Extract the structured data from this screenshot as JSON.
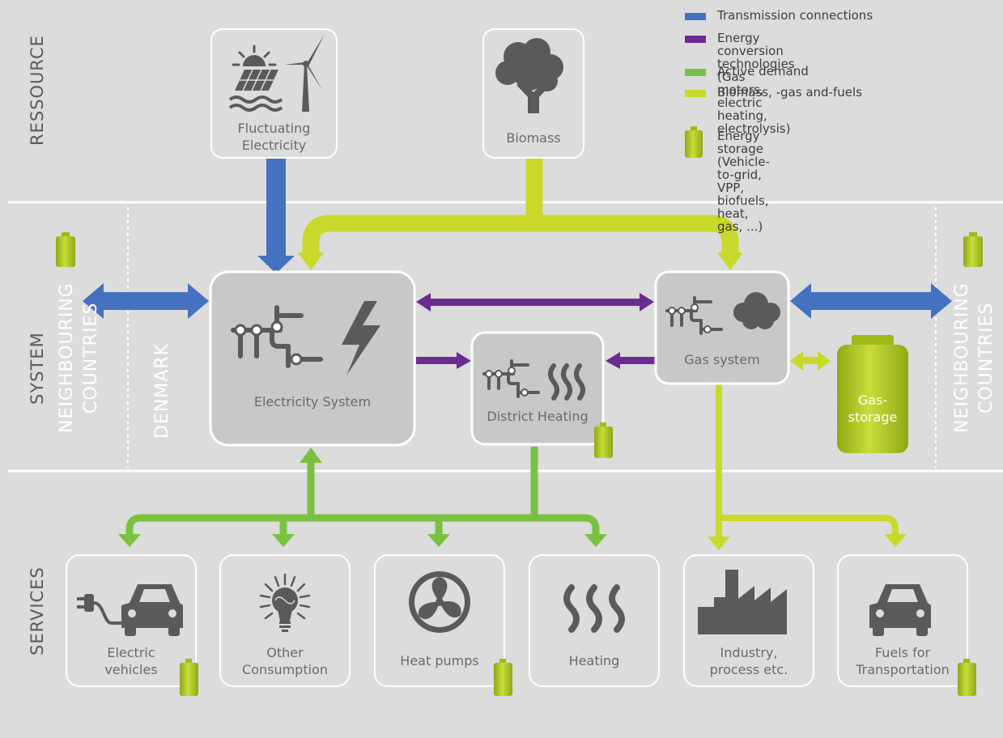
{
  "bands": {
    "resource": "RESSOURCE",
    "system": "SYSTEM",
    "services": "SERVICES"
  },
  "sides": {
    "left_neighbours": "NEIGHBOURING\nCOUNTRIES",
    "denmark": "DENMARK",
    "right_neighbours": "NEIGHBOURING\nCOUNTRIES"
  },
  "nodes": {
    "fluctuating": "Fluctuating\nElectricity",
    "biomass": "Biomass",
    "electricity_system": "Electricity System",
    "district_heating": "District Heating",
    "gas_system": "Gas system",
    "gas_storage": "Gas-\nstorage",
    "ev": "Electric\nvehicles",
    "other": "Other\nConsumption",
    "heat_pumps": "Heat pumps",
    "heating": "Heating",
    "industry": "Industry,\nprocess etc.",
    "fuels": "Fuels for\nTransportation"
  },
  "legend": [
    {
      "label": "Transmission connections",
      "color": "#4472c0"
    },
    {
      "label": "Energy conversion technologies\n(Gas motors, electric heating, electrolysis)",
      "color": "#6a2c91"
    },
    {
      "label": "Active demand",
      "color": "#7ac142"
    },
    {
      "label": "Biomass, -gas and-fuels",
      "color": "#c8d92b"
    },
    {
      "label": "Energy storage (Vehicle-to-grid, VPP,\nbiofuels, heat, gas, ...)",
      "icon": "battery-icon"
    }
  ],
  "colors": {
    "transmission": "#4472c0",
    "conversion": "#6a2c91",
    "active_demand": "#7ac142",
    "biomass": "#c8d92b",
    "battery": "#a9c41a",
    "icon": "#5a5a5a"
  }
}
